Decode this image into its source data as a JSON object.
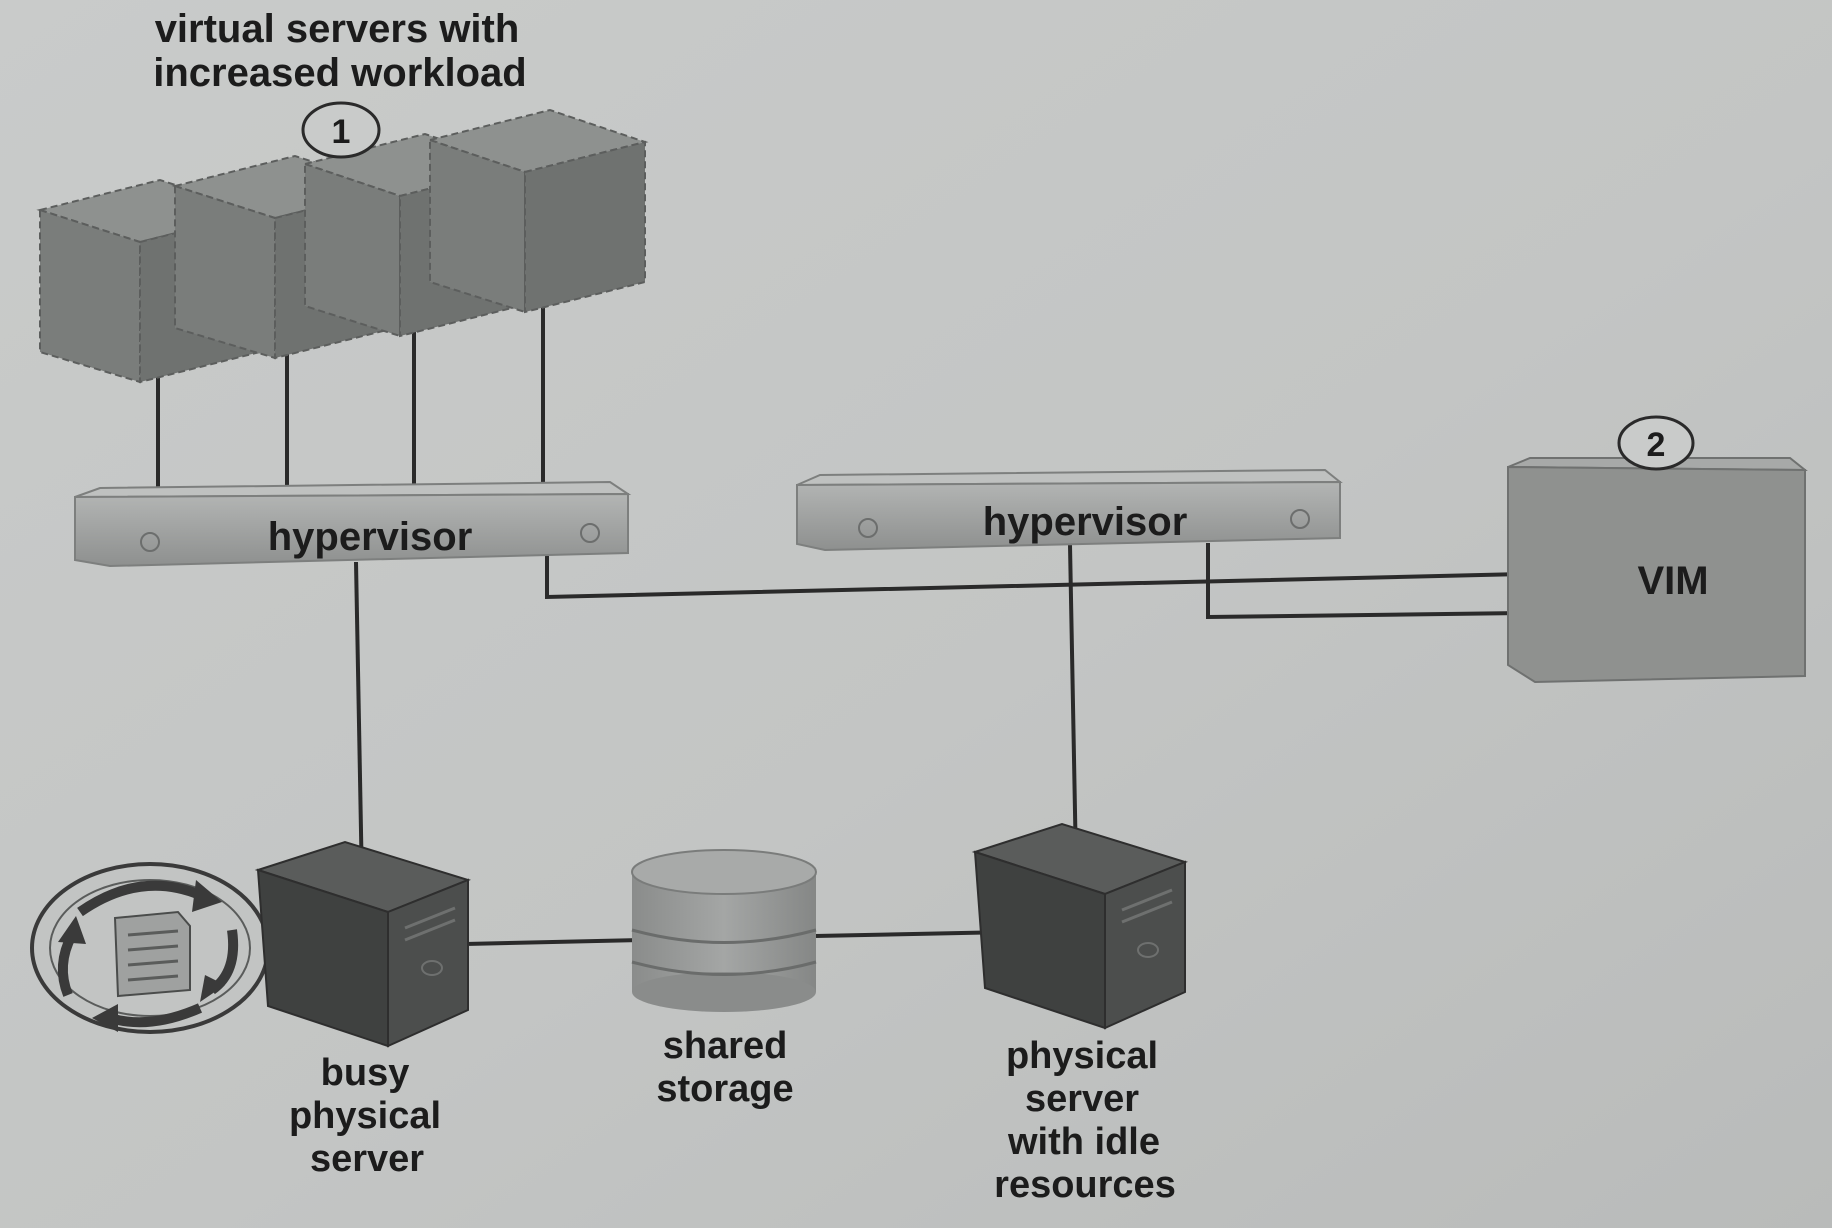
{
  "title": {
    "line1": "virtual servers with",
    "line2": "increased workload"
  },
  "markers": {
    "step1": "1",
    "step2": "2"
  },
  "hypervisor_left": {
    "label": "hypervisor"
  },
  "hypervisor_right": {
    "label": "hypervisor"
  },
  "vim": {
    "label": "VIM"
  },
  "busy_server": {
    "line1": "busy",
    "line2": "physical",
    "line3": "server"
  },
  "shared_storage": {
    "line1": "shared",
    "line2": "storage"
  },
  "idle_server": {
    "line1": "physical",
    "line2": "server",
    "line3": "with idle",
    "line4": "resources"
  },
  "colors": {
    "background": "#c4c6c5",
    "hypervisor": "#9a9c9b",
    "vim_box": "#8f918f",
    "server_dark": "#4a4c4b",
    "vm_cube": "#7d807e",
    "line": "#2a2a2a"
  },
  "icons": {
    "migration_cycle": "migration-cycle-icon",
    "vm": "virtual-server-icon",
    "physical_server": "physical-server-icon",
    "storage": "database-cylinder-icon"
  }
}
